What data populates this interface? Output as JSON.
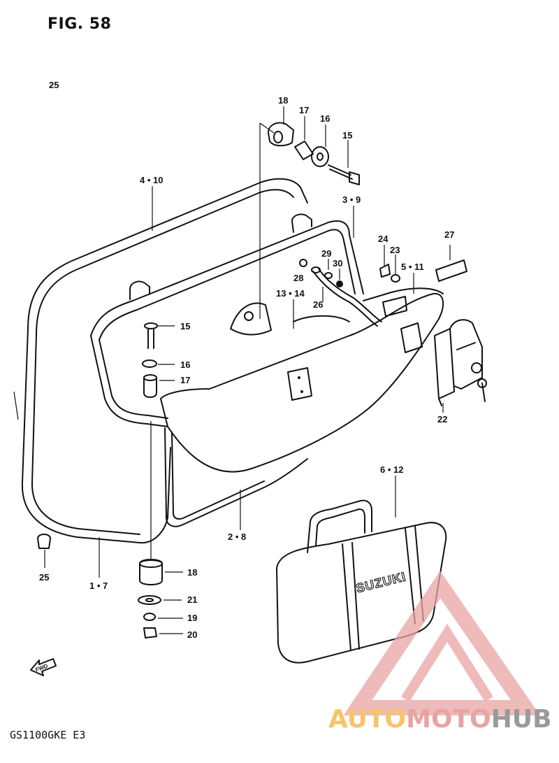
{
  "figure": {
    "title": "FIG. 58"
  },
  "model_code": "GS1100GKE E3",
  "watermark": {
    "part1": "AUTO",
    "part2": "MOTO",
    "part3": "HUB"
  },
  "callouts": [
    {
      "id": "c18a",
      "text": "18"
    },
    {
      "id": "c17a",
      "text": "17"
    },
    {
      "id": "c16a",
      "text": "16"
    },
    {
      "id": "c15a",
      "text": "15"
    },
    {
      "id": "c4_10",
      "text": "4 • 10"
    },
    {
      "id": "c3_9",
      "text": "3 • 9"
    },
    {
      "id": "c24",
      "text": "24"
    },
    {
      "id": "c23",
      "text": "23"
    },
    {
      "id": "c27",
      "text": "27"
    },
    {
      "id": "c29",
      "text": "29"
    },
    {
      "id": "c28",
      "text": "28"
    },
    {
      "id": "c30",
      "text": "30"
    },
    {
      "id": "c5_11",
      "text": "5 • 11"
    },
    {
      "id": "c13_14",
      "text": "13 • 14"
    },
    {
      "id": "c26",
      "text": "26"
    },
    {
      "id": "c25a",
      "text": "25"
    },
    {
      "id": "c15b",
      "text": "15"
    },
    {
      "id": "c16b",
      "text": "16"
    },
    {
      "id": "c17b",
      "text": "17"
    },
    {
      "id": "c22",
      "text": "22"
    },
    {
      "id": "c6_12",
      "text": "6 • 12"
    },
    {
      "id": "c2_8",
      "text": "2 • 8"
    },
    {
      "id": "c25b",
      "text": "25"
    },
    {
      "id": "c1_7",
      "text": "1 • 7"
    },
    {
      "id": "c18b",
      "text": "18"
    },
    {
      "id": "c21",
      "text": "21"
    },
    {
      "id": "c19",
      "text": "19"
    },
    {
      "id": "c20",
      "text": "20"
    }
  ],
  "bag_brand": "SUZUKI",
  "fwd_label": "FWD",
  "colors": {
    "watermark_orange": "#f6c56a",
    "watermark_red": "#e9a3a3",
    "watermark_gray": "#9a9a9a",
    "line": "#111111"
  }
}
